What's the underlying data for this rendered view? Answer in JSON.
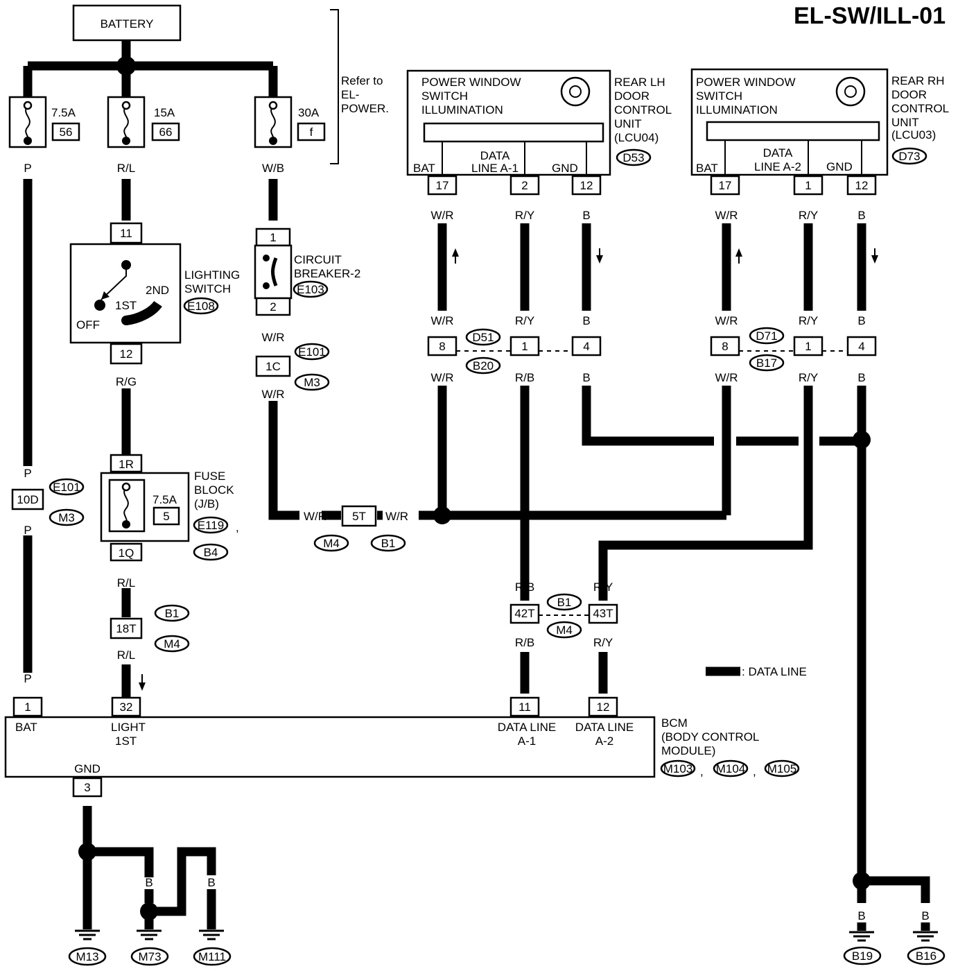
{
  "title": "EL-SW/ILL-01",
  "battery": "BATTERY",
  "refer": [
    "Refer to",
    "EL-",
    "POWER."
  ],
  "fuses": [
    {
      "rating": "7.5A",
      "number": "56",
      "wire": "P"
    },
    {
      "rating": "15A",
      "number": "66",
      "wire": "R/L"
    },
    {
      "rating": "30A",
      "number": "f",
      "wire": "W/B"
    }
  ],
  "lighting_switch": {
    "name": [
      "LIGHTING",
      "SWITCH"
    ],
    "connector": "E108",
    "pin_in": "11",
    "pin_out": "12",
    "positions": [
      "OFF",
      "1ST",
      "2ND"
    ]
  },
  "circuit_breaker": {
    "name": [
      "CIRCUIT",
      "BREAKER-2"
    ],
    "connector": "E103",
    "pin_in": "1",
    "pin_out": "2"
  },
  "fuse_block": {
    "name": [
      "FUSE",
      "BLOCK",
      "(J/B)"
    ],
    "rating": "7.5A",
    "number": "5",
    "connectors": [
      "E119",
      "B4"
    ],
    "pin_in": "1R",
    "pin_out": "1Q"
  },
  "rear_lh": {
    "box_lines": [
      "POWER WINDOW",
      "SWITCH",
      "ILLUMINATION"
    ],
    "name": [
      "REAR LH",
      "DOOR",
      "CONTROL",
      "UNIT",
      "(LCU04)"
    ],
    "connector": "D53",
    "terminals": [
      "BAT",
      "DATA",
      "LINE A-1",
      "GND"
    ],
    "pins": [
      "17",
      "2",
      "12"
    ]
  },
  "rear_rh": {
    "box_lines": [
      "POWER WINDOW",
      "SWITCH",
      "ILLUMINATION"
    ],
    "name": [
      "REAR RH",
      "DOOR",
      "CONTROL",
      "UNIT",
      "(LCU03)"
    ],
    "connector": "D73",
    "terminals": [
      "BAT",
      "DATA",
      "LINE A-2",
      "GND"
    ],
    "pins": [
      "17",
      "1",
      "12"
    ]
  },
  "wire_colors": {
    "wr": "W/R",
    "ry": "R/Y",
    "rb": "R/B",
    "b": "B",
    "p": "P",
    "rl": "R/L",
    "rg": "R/G",
    "wb": "W/B"
  },
  "joint_pins": {
    "p10d": "10D",
    "c1c": "1C",
    "c5t": "5T",
    "c18t": "18T",
    "c42t": "42T",
    "c43t": "43T",
    "j8": "8",
    "j1": "1",
    "j4": "4"
  },
  "connectors": {
    "e101": "E101",
    "m3": "M3",
    "m4": "M4",
    "b1": "B1",
    "d51": "D51",
    "b20": "B20",
    "d71": "D71",
    "b17": "B17",
    "m103": "M103",
    "m104": "M104",
    "m105": "M105",
    "m13": "M13",
    "m73": "M73",
    "m111": "M111",
    "b19": "B19",
    "b16": "B16"
  },
  "bcm": {
    "name": [
      "BCM",
      "(BODY CONTROL",
      "MODULE)"
    ],
    "pins": [
      "1",
      "32",
      "11",
      "12",
      "3"
    ],
    "terminals": {
      "bat": "BAT",
      "light": [
        "LIGHT",
        "1ST"
      ],
      "a1": [
        "DATA LINE",
        "A-1"
      ],
      "a2": [
        "DATA LINE",
        "A-2"
      ],
      "gnd": "GND"
    }
  },
  "legend": ": DATA LINE"
}
